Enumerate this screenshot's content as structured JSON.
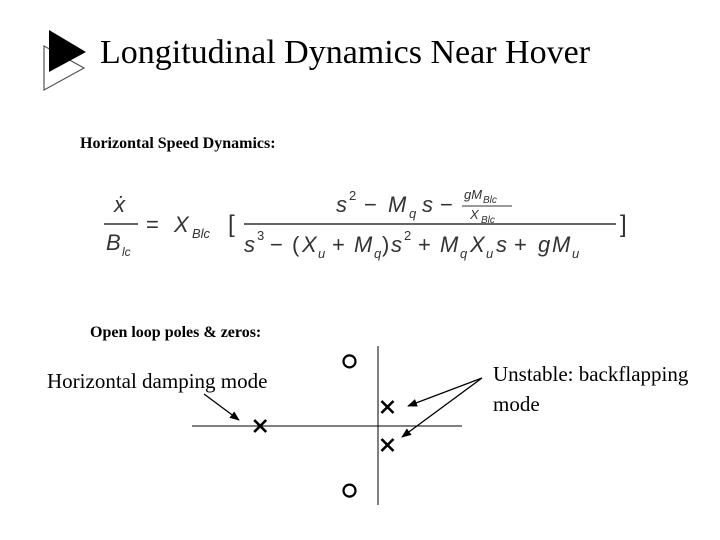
{
  "slide": {
    "title": "Longitudinal Dynamics Near Hover",
    "bullet_icon": "play-triangle-icon"
  },
  "section_horizontal": {
    "label": "Horizontal Speed Dynamics:"
  },
  "equation": {
    "lhs_num": "ẋ",
    "lhs_den": "B",
    "lhs_den_sub": "lc",
    "gain_X": "X",
    "gain_sub": "Blc",
    "open_bracket": "[",
    "close_bracket": "]",
    "num_s2": "s",
    "num_exp2": "2",
    "num_minus1": "−",
    "num_M": "M",
    "num_Msub": "q",
    "num_s": "s",
    "num_minus2": "−",
    "frac_num": "gM",
    "frac_num_sub": "Blc",
    "frac_den": "X",
    "frac_den_sub": "Blc",
    "den_s3": "s",
    "den_exp3": "3",
    "den_minus": "−",
    "den_paren_open": "(",
    "den_X": "X",
    "den_Xsub": "u",
    "den_plus1": "+",
    "den_M": "M",
    "den_Msub": "q",
    "den_paren_close": ")",
    "den_s2": "s",
    "den_exp2": "2",
    "den_plus2": "+",
    "den_M2": "M",
    "den_M2sub": "q",
    "den_X2": "X",
    "den_X2sub": "u",
    "den_s": "s",
    "den_plus3": "+",
    "den_g": "g",
    "den_M3": "M",
    "den_M3sub": "u"
  },
  "section_poles": {
    "label": "Open loop poles & zeros:"
  },
  "annotations": {
    "damping": "Horizontal damping mode",
    "unstable": "Unstable: backflapping mode"
  },
  "root_locus": {
    "poles": [
      {
        "name": "damping-pole",
        "re": -0.62,
        "im": 0
      },
      {
        "name": "unstable-pole-upper",
        "re": 0.05,
        "im": 0.1
      },
      {
        "name": "unstable-pole-lower",
        "re": 0.05,
        "im": -0.1
      }
    ],
    "zeros": [
      {
        "name": "zero-upper",
        "re": -0.15,
        "im": 0.34
      },
      {
        "name": "zero-lower",
        "re": -0.15,
        "im": -0.34
      }
    ]
  }
}
